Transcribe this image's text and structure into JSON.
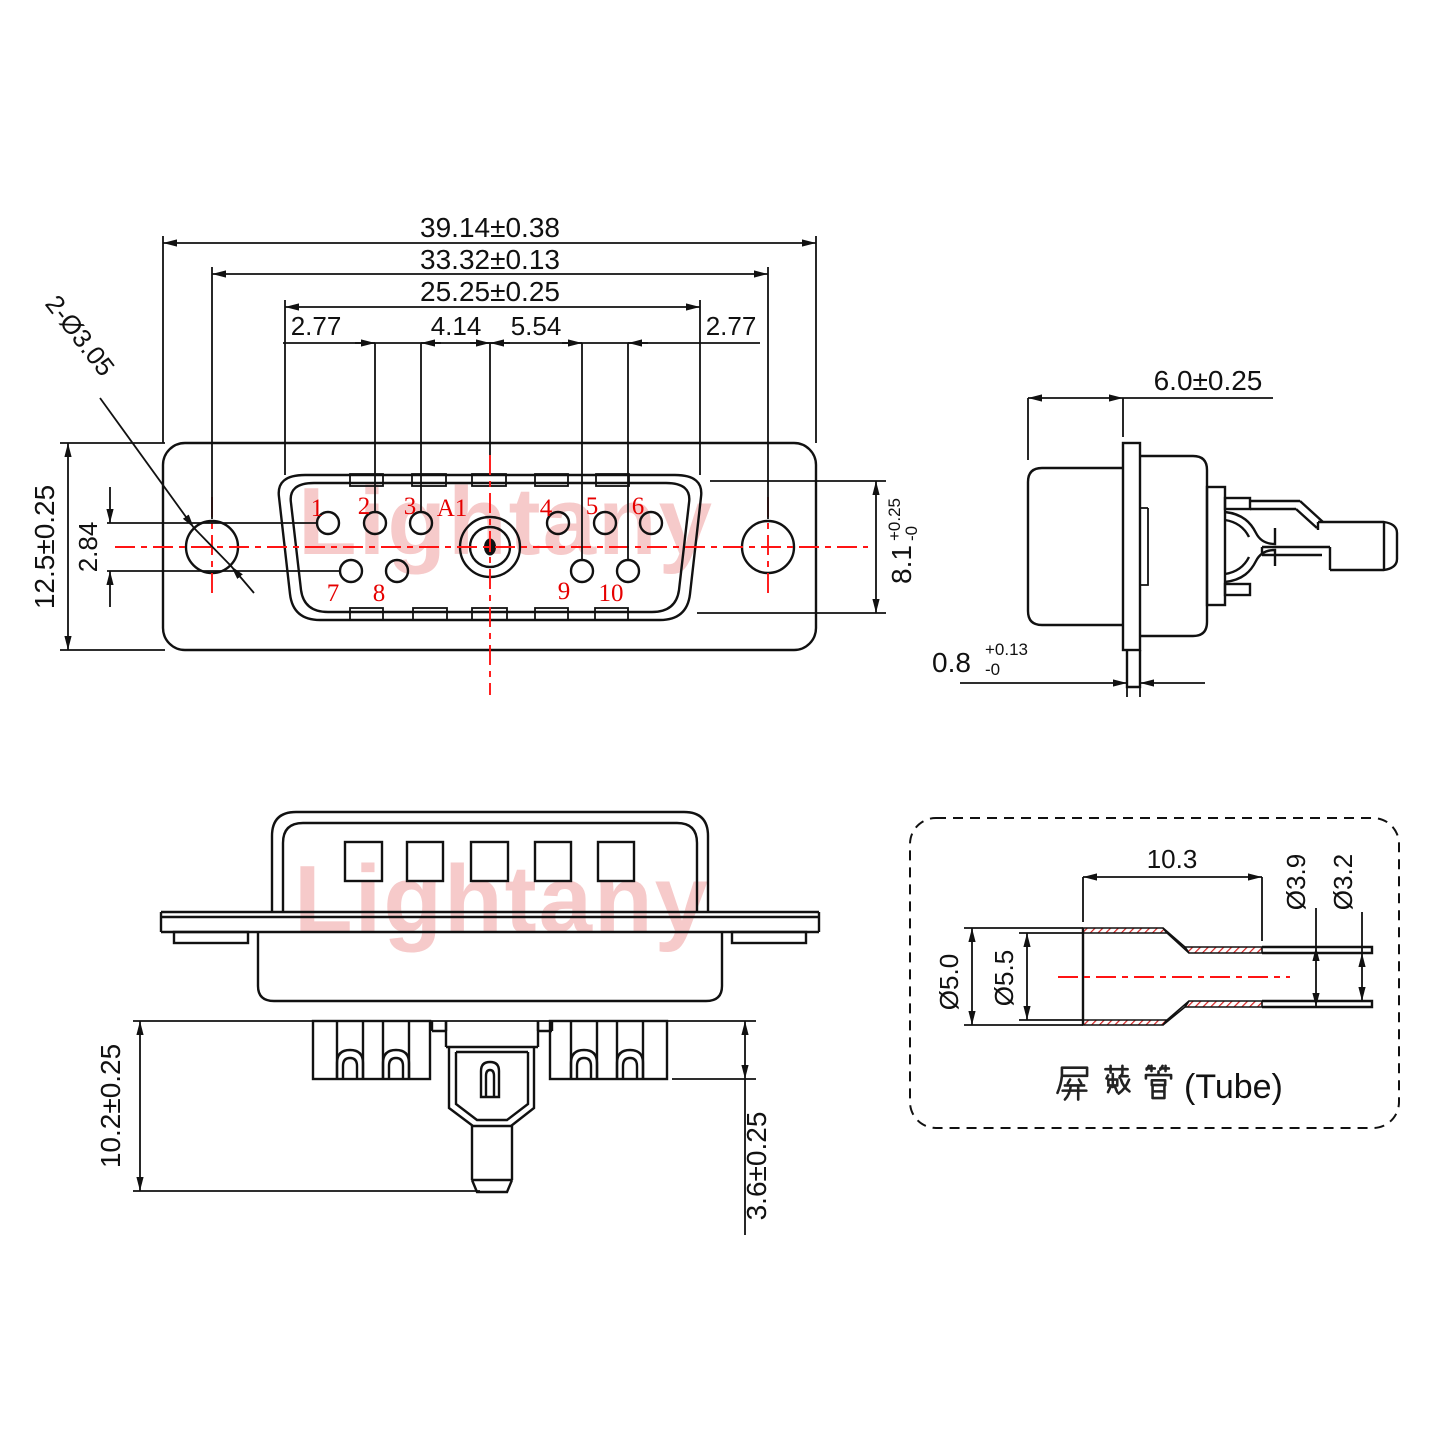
{
  "watermark": {
    "text": "Lightany",
    "color": "#f6caca"
  },
  "colors": {
    "line": "#111111",
    "accent_red": "#e60000",
    "centerline_red": "#ff1414",
    "hatch_red": "#d42222",
    "background": "#ffffff"
  },
  "front_view": {
    "dims": {
      "overall_width": "39.14±0.38",
      "hole_span": "33.32±0.13",
      "insert_width": "25.25±0.25",
      "pitch_left": "2.77",
      "pitch_mid_left": "4.14",
      "pitch_mid_right": "5.54",
      "pitch_right": "2.77",
      "overall_height": "12.5±0.25",
      "row_offset": "2.84",
      "hole_note": "2-Ø3.05",
      "insert_height_main": "8.1",
      "insert_height_sup": "+0.25",
      "insert_height_sub": "-0"
    },
    "pins": {
      "p1": "1",
      "p2": "2",
      "p3": "3",
      "p4": "4",
      "p5": "5",
      "p6": "6",
      "p7": "7",
      "p8": "8",
      "p9": "9",
      "p10": "10",
      "a1": "A1"
    }
  },
  "side_view": {
    "dims": {
      "depth": "6.0±0.25",
      "flange_main": "0.8",
      "flange_sup": "+0.13",
      "flange_sub": "-0"
    }
  },
  "bottom_view": {
    "dims": {
      "tail_length": "10.2±0.25",
      "block_height": "3.6±0.25"
    }
  },
  "tube_view": {
    "label_cn": "屏蔽管",
    "label_en": "(Tube)",
    "label_full": "屏蔽管(Tube)",
    "dims": {
      "length": "10.3",
      "od_small": "Ø3.9",
      "id_small": "Ø3.2",
      "od_large": "Ø5.0",
      "id_large": "Ø5.5"
    }
  }
}
